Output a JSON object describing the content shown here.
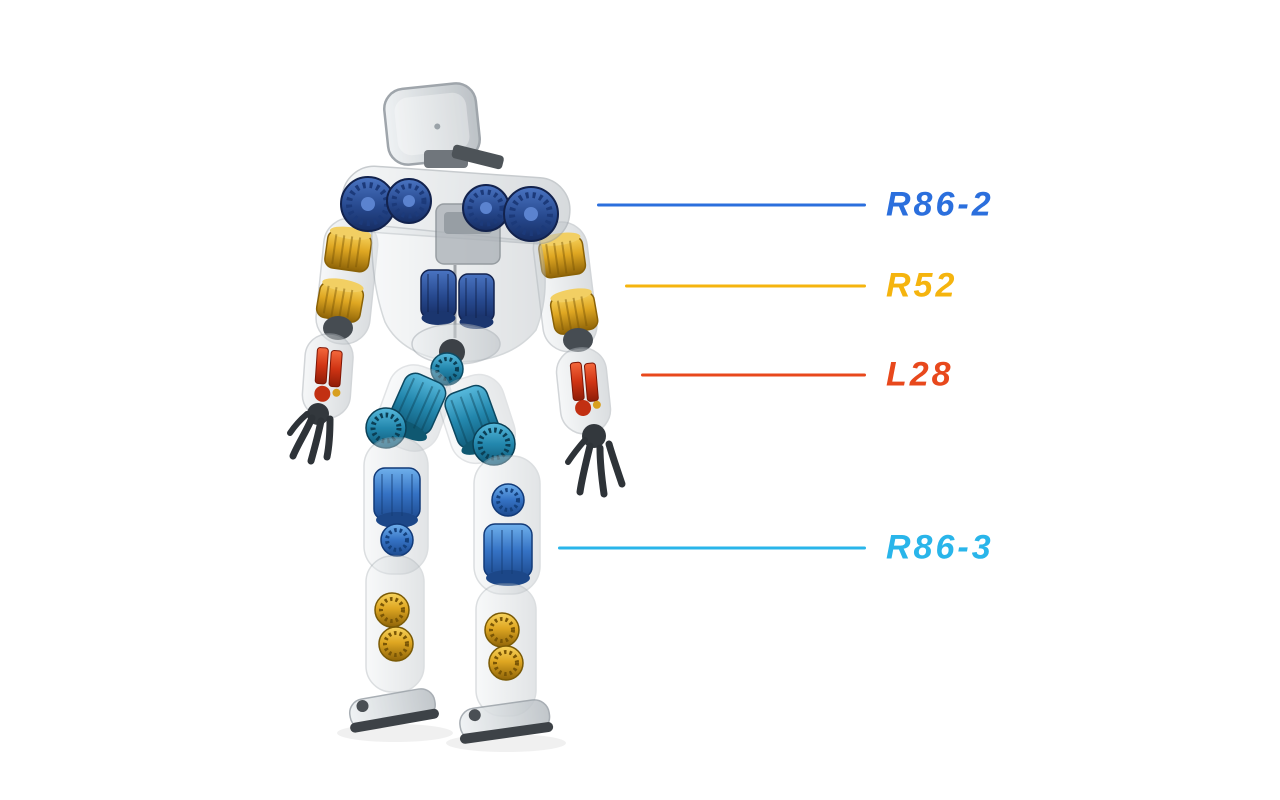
{
  "page": {
    "background": "#ffffff",
    "description": "Transparent humanoid robot cutaway with actuator callout labels"
  },
  "robot": {
    "name": "humanoid-robot-cutaway",
    "colors": {
      "body_shell": "#d7dbde",
      "shoulder_waist_actuator": "#27498e",
      "elbow_actuator": "#dfa722",
      "forearm_actuator": "#d03414",
      "hip_actuator": "#2387ad",
      "knee_actuator": "#3572c4",
      "ankle_actuator": "#dfa722",
      "gripper": "#2e3338"
    }
  },
  "callouts": [
    {
      "label": "R86-2",
      "color": "#2B6FDD",
      "target": "shoulder-actuator"
    },
    {
      "label": "R52",
      "color": "#F5B40E",
      "target": "elbow-actuator"
    },
    {
      "label": "L28",
      "color": "#E8481C",
      "target": "forearm-actuator"
    },
    {
      "label": "R86-3",
      "color": "#29B5EA",
      "target": "knee-actuator"
    }
  ]
}
